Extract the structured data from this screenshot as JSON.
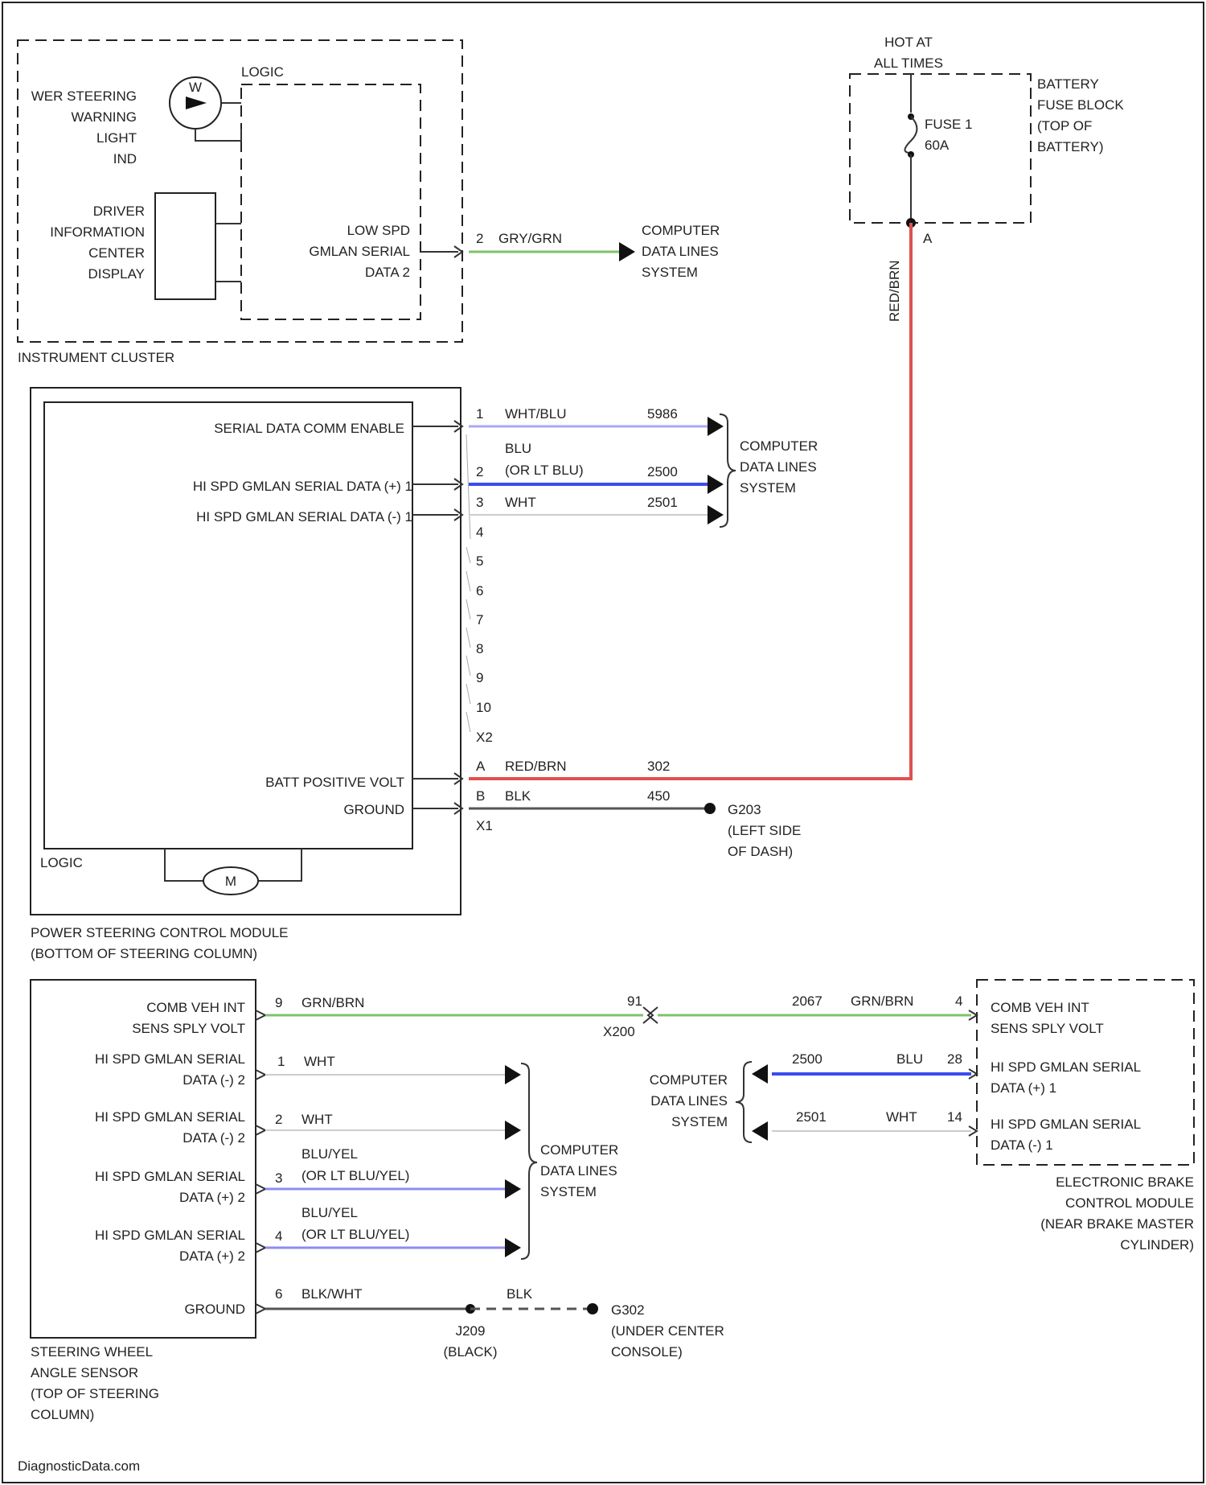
{
  "colors": {
    "red_wire": "#e05050",
    "green_wire": "#7cc36a",
    "blue_wire": "#3b4cf0",
    "light_blue_wire": "#8c8cf0",
    "gray_wire": "#555555"
  },
  "hot_at_all_times": [
    "HOT AT",
    "ALL TIMES"
  ],
  "battery_fuse_block": [
    "BATTERY",
    "FUSE BLOCK",
    "(TOP OF",
    "BATTERY)"
  ],
  "fuse": [
    "FUSE 1",
    "60A"
  ],
  "fuse_pin": "A",
  "fuse_wire_color": "RED/BRN",
  "instrument_cluster": {
    "title": "INSTRUMENT CLUSTER",
    "logic": "LOGIC",
    "warning_light": [
      "WER STEERING",
      "WARNING",
      "LIGHT",
      "IND"
    ],
    "warning_light_symbol": "W",
    "dic": [
      "DRIVER",
      "INFORMATION",
      "CENTER",
      "DISPLAY"
    ],
    "low_spd": [
      "LOW SPD",
      "GMLAN SERIAL",
      "DATA 2"
    ],
    "pin": "2",
    "wire_color": "GRY/GRN",
    "dest": [
      "COMPUTER",
      "DATA LINES",
      "SYSTEM"
    ]
  },
  "pscm": {
    "title": [
      "POWER STEERING CONTROL MODULE",
      "(BOTTOM OF STEERING COLUMN)"
    ],
    "logic": "LOGIC",
    "motor": "M",
    "signals": [
      "SERIAL DATA COMM ENABLE",
      "HI SPD GMLAN SERIAL DATA (+) 1",
      "HI SPD GMLAN SERIAL DATA (-) 1",
      "BATT POSITIVE VOLT",
      "GROUND"
    ],
    "pins": [
      "1",
      "2",
      "3",
      "4",
      "5",
      "6",
      "7",
      "8",
      "9",
      "10",
      "X2",
      "A",
      "B",
      "X1"
    ],
    "wire1": {
      "color": "WHT/BLU",
      "circuit": "5986"
    },
    "wire2": {
      "color": [
        "BLU",
        "(OR LT BLU)"
      ],
      "circuit": "2500"
    },
    "wire3": {
      "color": "WHT",
      "circuit": "2501"
    },
    "wireA": {
      "color": "RED/BRN",
      "circuit": "302"
    },
    "wireB": {
      "color": "BLK",
      "circuit": "450"
    },
    "dest": [
      "COMPUTER",
      "DATA LINES",
      "SYSTEM"
    ],
    "ground": [
      "G203",
      "(LEFT SIDE",
      "OF DASH)"
    ]
  },
  "swas": {
    "title": [
      "STEERING WHEEL",
      "ANGLE SENSOR",
      "(TOP OF STEERING",
      "COLUMN)"
    ],
    "signals": [
      [
        "COMB VEH INT",
        "SENS SPLY VOLT"
      ],
      [
        "HI SPD GMLAN SERIAL",
        "DATA (-) 2"
      ],
      [
        "HI SPD GMLAN SERIAL",
        "DATA (-) 2"
      ],
      [
        "HI SPD GMLAN SERIAL",
        "DATA (+) 2"
      ],
      [
        "HI SPD GMLAN SERIAL",
        "DATA (+) 2"
      ],
      [
        "GROUND"
      ]
    ],
    "pins": [
      "9",
      "1",
      "2",
      "3",
      "4",
      "6"
    ],
    "wire_colors": [
      [
        "GRN/BRN"
      ],
      [
        "WHT"
      ],
      [
        "WHT"
      ],
      [
        "BLU/YEL",
        "(OR LT BLU/YEL)"
      ],
      [
        "BLU/YEL",
        "(OR LT BLU/YEL)"
      ],
      [
        "BLK/WHT"
      ]
    ],
    "connector": [
      "91",
      "X200"
    ],
    "gnd_wire_color": "BLK",
    "splice": [
      "J209",
      "(BLACK)"
    ],
    "ground": [
      "G302",
      "(UNDER CENTER",
      "CONSOLE)"
    ],
    "dest": [
      "COMPUTER",
      "DATA LINES",
      "SYSTEM"
    ]
  },
  "ebcm": {
    "title": [
      "ELECTRONIC BRAKE",
      "CONTROL MODULE",
      "(NEAR BRAKE MASTER",
      "CYLINDER)"
    ],
    "signals": [
      [
        "COMB VEH INT",
        "SENS SPLY VOLT"
      ],
      [
        "HI SPD GMLAN SERIAL",
        "DATA (+) 1"
      ],
      [
        "HI SPD GMLAN SERIAL",
        "DATA (-) 1"
      ]
    ],
    "pins": [
      "4",
      "28",
      "14"
    ],
    "circuits": [
      "2067",
      "2500",
      "2501"
    ],
    "wire_colors": [
      "GRN/BRN",
      "BLU",
      "WHT"
    ],
    "dest": [
      "COMPUTER",
      "DATA LINES",
      "SYSTEM"
    ]
  },
  "watermark": "DiagnosticData.com"
}
